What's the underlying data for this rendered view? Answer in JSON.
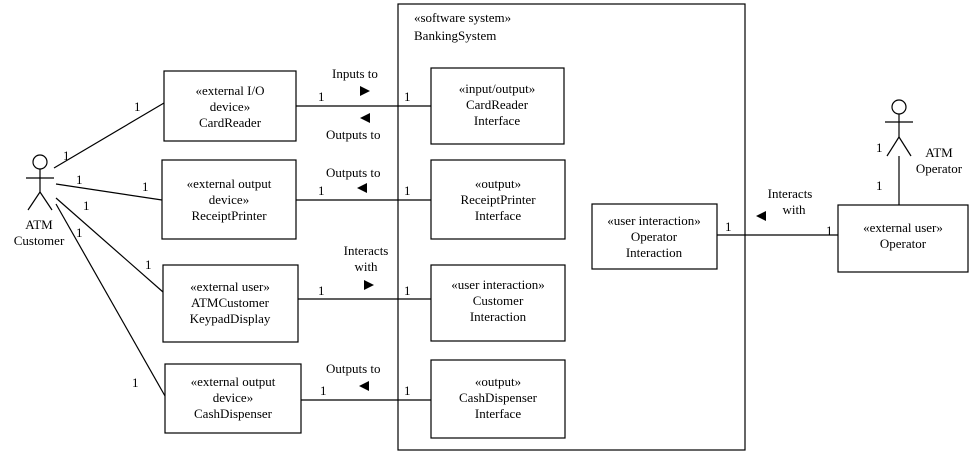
{
  "system": {
    "stereotype": "«software system»",
    "name": "BankingSystem"
  },
  "actors": {
    "customer": {
      "line1": "ATM",
      "line2": "Customer"
    },
    "operator": {
      "line1": "ATM",
      "line2": "Operator"
    }
  },
  "external": {
    "card_reader": {
      "l1": "«external I/O",
      "l2": "device»",
      "l3": "CardReader"
    },
    "receipt_printer": {
      "l1": "«external output",
      "l2": "device»",
      "l3": "ReceiptPrinter"
    },
    "keypad": {
      "l1": "«external user»",
      "l2": "ATMCustomer",
      "l3": "KeypadDisplay"
    },
    "cash_dispenser": {
      "l1": "«external output",
      "l2": "device»",
      "l3": "CashDispenser"
    },
    "operator": {
      "l1": "«external user»",
      "l2": "Operator"
    }
  },
  "internal": {
    "card_reader_if": {
      "l1": "«input/output»",
      "l2": "CardReader",
      "l3": "Interface"
    },
    "receipt_printer_if": {
      "l1": "«output»",
      "l2": "ReceiptPrinter",
      "l3": "Interface"
    },
    "customer_interaction": {
      "l1": "«user interaction»",
      "l2": "Customer",
      "l3": "Interaction"
    },
    "cash_dispenser_if": {
      "l1": "«output»",
      "l2": "CashDispenser",
      "l3": "Interface"
    },
    "operator_interaction": {
      "l1": "«user interaction»",
      "l2": "Operator",
      "l3": "Interaction"
    }
  },
  "associations": {
    "inputs_to": "Inputs to",
    "outputs_to": "Outputs to",
    "interacts_l1": "Interacts",
    "interacts_l2": "with",
    "mult": "1"
  }
}
